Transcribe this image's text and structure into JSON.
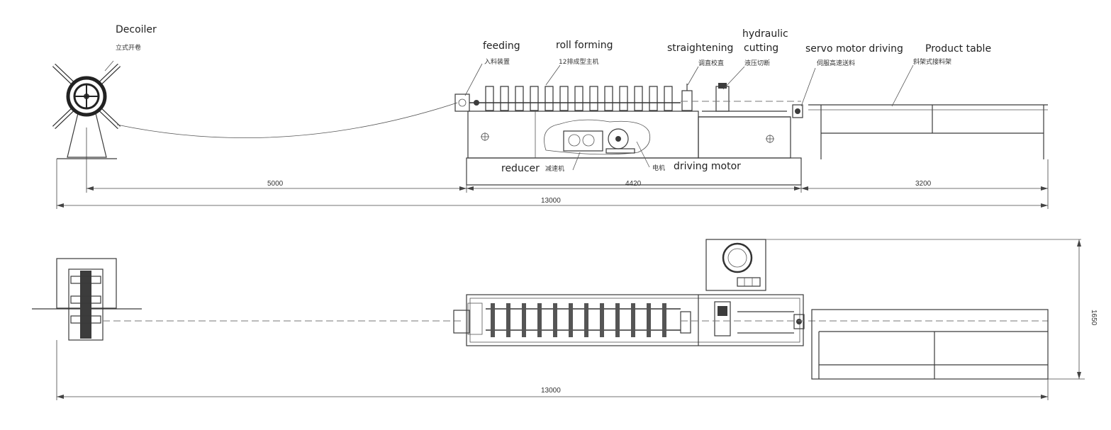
{
  "labels": {
    "decoiler": {
      "en": "Decoiler",
      "cn": "立式开卷"
    },
    "feeding": {
      "en": "feeding",
      "cn": "入料装置"
    },
    "roll_forming": {
      "en": "roll forming",
      "cn": "12排成型主机"
    },
    "straightening": {
      "en": "straightening",
      "cn": "调直校直"
    },
    "hydraulic_cutting": {
      "en_line1": "hydraulic",
      "en_line2": "cutting",
      "cn": "液压切断"
    },
    "servo": {
      "en": "servo motor driving",
      "cn": "伺服高速送料"
    },
    "product_table": {
      "en": "Product table",
      "cn": "斜架式接料架"
    },
    "reducer": {
      "en": "reducer",
      "cn": "减速机"
    },
    "driving_motor": {
      "en": "driving motor",
      "cn": "电机"
    }
  },
  "dimensions": {
    "seg1": "5000",
    "seg2": "4420",
    "seg3": "3200",
    "total_top": "13000",
    "total_bottom": "13000",
    "width": "1650"
  }
}
